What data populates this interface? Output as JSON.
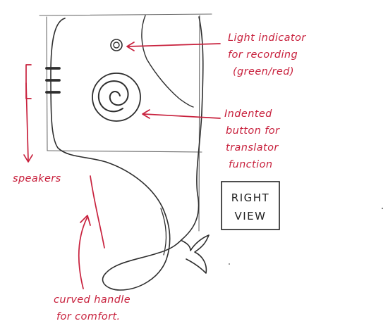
{
  "annotations": {
    "light_indicator": [
      "Light indicator",
      "for recording",
      "(green/red)"
    ],
    "translator_button": [
      "Indented",
      "button for",
      "translator",
      "function"
    ],
    "speakers": "speakers",
    "handle": [
      "curved handle",
      "for comfort."
    ]
  },
  "view_label": [
    "RIGHT",
    "VIEW"
  ],
  "colors": {
    "ink": "#c8213d",
    "pencil": "#2e2e2e"
  }
}
